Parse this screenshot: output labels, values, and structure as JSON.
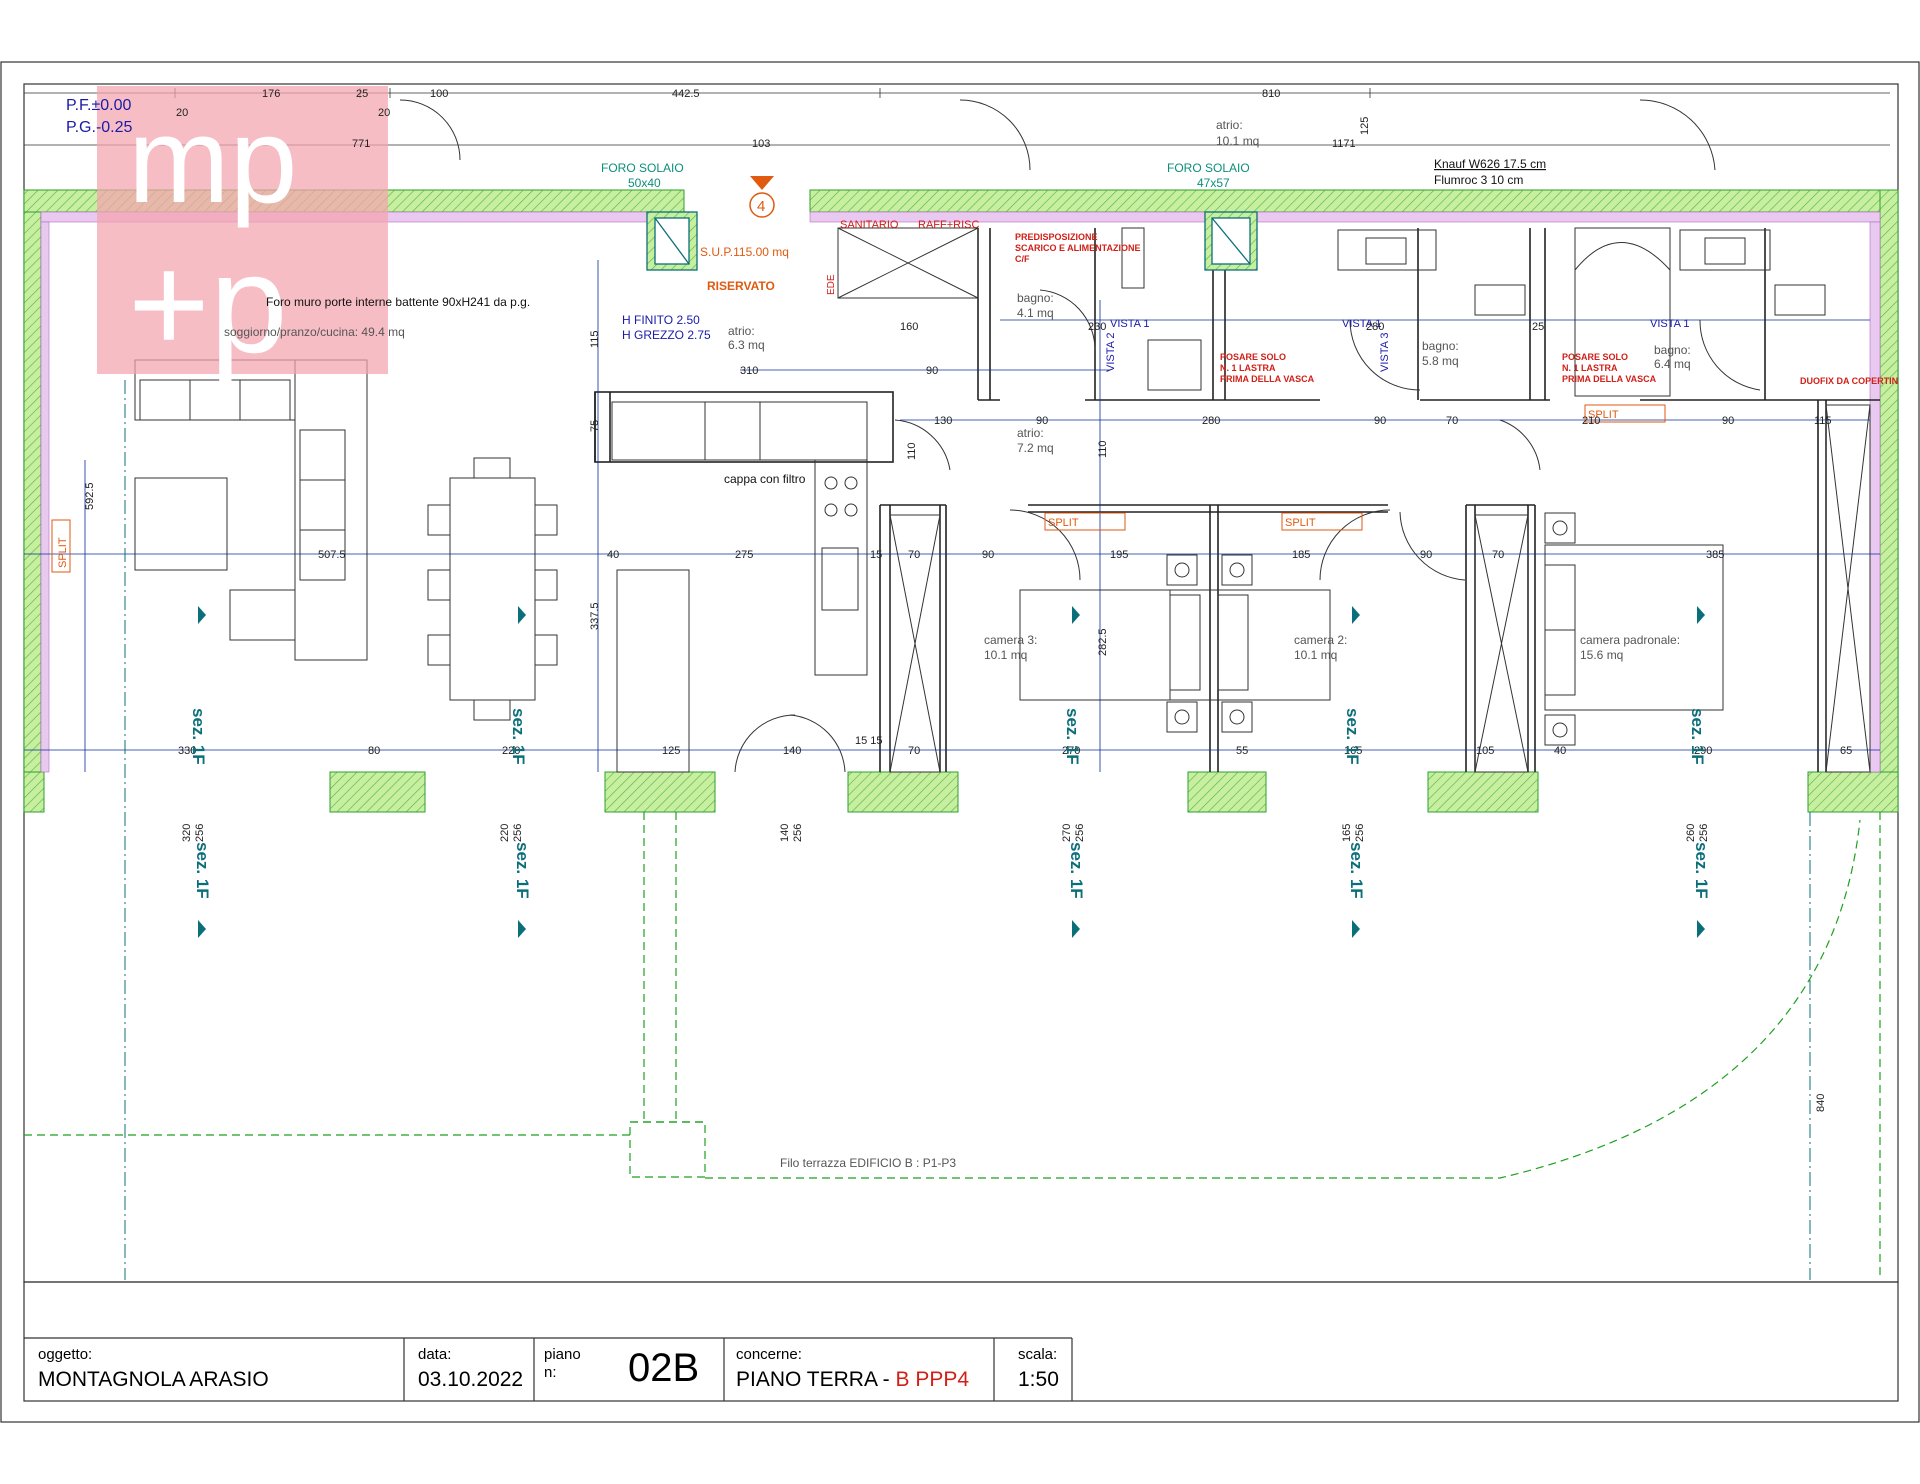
{
  "level_info": {
    "pf": "P.F.±0.00",
    "pg": "P.G.-0.25"
  },
  "logo": {
    "line1": "mp",
    "line2": "+p"
  },
  "openings": [
    {
      "title": "FORO SOLAIO",
      "size": "50x40"
    },
    {
      "title": "FORO SOLAIO",
      "size": "47x57"
    }
  ],
  "notes": {
    "section_marker": "4",
    "sup": "S.U.P.115.00 mq",
    "reserved": "RISERVATO",
    "h_finito": "H FINITO 2.50",
    "h_grezzo": "H GREZZO 2.75",
    "door_note": "Foro muro porte interne battente 90xH241 da p.g.",
    "knauf": "Knauf W626 17.5 cm",
    "flumroc": "Flumroc 3 10 cm",
    "sanitary": "SANITARIO",
    "raff": "RAFF+RISC",
    "predisposition_1": "PREDISPOSIZIONE",
    "predisposition_2": "SCARICO E ALIMENTAZIONE",
    "predisposition_3": "C/F",
    "lastra_1": "POSARE SOLO",
    "lastra_2": "N. 1 LASTRA",
    "lastra_3": "PRIMA DELLA VASCA",
    "duofix": "DUOFIX DA COPERTIN",
    "split": "SPLIT",
    "cappa": "cappa con filtro",
    "terrace": "Filo terrazza EDIFICIO B : P1-P3",
    "section_label": "sez. 1F",
    "vista_1": "VISTA 1",
    "vista_2": "VISTA 2",
    "vista_3": "VISTA 3",
    "ede": "EDE"
  },
  "rooms": {
    "soggiorno": "soggiorno/pranzo/cucina: 49.4 mq",
    "atrio_top_name": "atrio:",
    "atrio_top_area": "10.1 mq",
    "atrio_left_name": "atrio:",
    "atrio_left_area": "6.3 mq",
    "atrio_mid_name": "atrio:",
    "atrio_mid_area": "7.2 mq",
    "bagno1_name": "bagno:",
    "bagno1_area": "4.1 mq",
    "bagno2_name": "bagno:",
    "bagno2_area": "5.8 mq",
    "bagno3_name": "bagno:",
    "bagno3_area": "6.4 mq",
    "camera3_name": "camera 3:",
    "camera3_area": "10.1 mq",
    "camera2_name": "camera 2:",
    "camera2_area": "10.1 mq",
    "padronale_name": "camera padronale:",
    "padronale_area": "15.6 mq"
  },
  "dimensions": {
    "top_1": "176",
    "top_2": "25",
    "top_3": "100",
    "top_4": "442.5",
    "top_5": "810",
    "top_20a": "20",
    "top_20b": "20",
    "top_771": "771",
    "top_103": "103",
    "top_1171": "1171",
    "top_125": "125",
    "row1_310": "310",
    "row1_90": "90",
    "row1_160": "160",
    "row1_230": "230",
    "row1_280": "280",
    "row1_25": "25",
    "row2_130": "130",
    "row2_90": "90",
    "row2_280": "280",
    "row2_90b": "90",
    "row2_70": "70",
    "row2_210": "210",
    "row2_90c": "90",
    "row2_115": "115",
    "row3_5075": "507.5",
    "row3_40": "40",
    "row3_275": "275",
    "row3_15": "15",
    "row3_70": "70",
    "row3_90": "90",
    "row3_195": "195",
    "row3_185": "185",
    "row3_90b": "90",
    "row3_70b": "70",
    "row3_385": "385",
    "row4_330": "330",
    "row4_80": "80",
    "row4_220": "220",
    "row4_125": "125",
    "row4_140": "140",
    "row4_1515": "15 15",
    "row4_70": "70",
    "row4_270": "270",
    "row4_55": "55",
    "row4_165": "165",
    "row4_105": "105",
    "row4_40": "40",
    "row4_290": "290",
    "row4_65": "65",
    "v_5925": "592.5",
    "v_3375": "337.5",
    "v_2825": "282.5",
    "v_115": "115",
    "v_75": "75",
    "v_110": "110",
    "v_110b": "110",
    "v_840": "840",
    "b_320": "320",
    "b_256a": "256",
    "b_220": "220",
    "b_256b": "256",
    "b_140": "140",
    "b_256c": "256",
    "b_270": "270",
    "b_256d": "256",
    "b_165": "165",
    "b_256e": "256",
    "b_260": "260",
    "b_256f": "256"
  },
  "title_block": {
    "oggetto_label": "oggetto:",
    "oggetto": "MONTAGNOLA ARASIO",
    "data_label": "data:",
    "data": "03.10.2022",
    "piano_label": "piano",
    "n_label": "n:",
    "piano": "02B",
    "concerne_label": "concerne:",
    "concerne": "PIANO TERRA - ",
    "concerne_code": "B PPP4",
    "scala_label": "scala:",
    "scala": "1:50"
  },
  "colors": {
    "wall_green": "#c8eea0",
    "wall_edge": "#2ea02e",
    "insulation": "#e9c9f0",
    "dimension_blue": "#0a2c9a",
    "section_teal": "#0b6f7a",
    "annotation_red": "#d02018",
    "annotation_orange": "#e05a10",
    "logo_pink": "#f4a3ae"
  }
}
